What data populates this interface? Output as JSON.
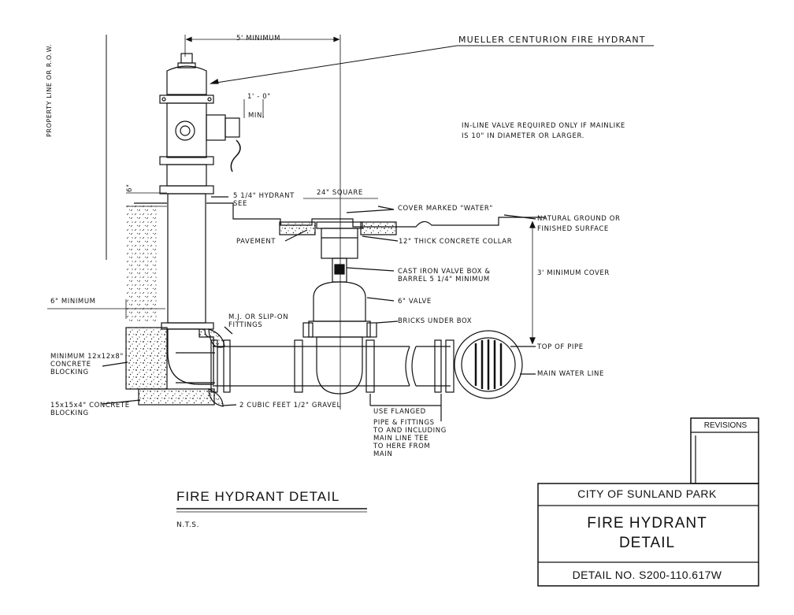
{
  "callouts": {
    "mueller": "MUELLER CENTURION FIRE HYDRANT",
    "five_min": "5' MINIMUM",
    "one_foot": "1' - 0\"",
    "min": "MIN.",
    "note": "IN-LINE VALVE REQUIRED ONLY IF MAINLIKE\nIS 10\" IN DIAMETER OR LARGER.",
    "property_line": "PROPERTY LINE OR R.O.W.",
    "six_inch": "6\"",
    "hydrant_see": "5 1/4\" HYDRANT\nSEE",
    "square": "24\" SQUARE",
    "cover": "COVER MARKED \"WATER\"",
    "natural": "NATURAL GROUND OR\nFINISHED SURFACE",
    "pavement": "PAVEMENT",
    "collar": "12\" THICK CONCRETE COLLAR",
    "valve_box": "CAST IRON VALVE BOX &\nBARREL 5 1/4\" MINIMUM",
    "min_cover": "3' MINIMUM COVER",
    "six_valve": "6\" VALVE",
    "six_min": "6\" MINIMUM",
    "mj": "M.J. OR SLIP-ON\nFITTINGS",
    "bricks": "BRICKS UNDER BOX",
    "top_pipe": "TOP OF PIPE",
    "main_line": "MAIN WATER LINE",
    "blocking12": "MINIMUM 12x12x8\"\nCONCRETE\nBLOCKING",
    "blocking15": "15x15x4\" CONCRETE\nBLOCKING",
    "gravel": "2 CUBIC FEET 1/2\" GRAVEL",
    "flanged": "USE FLANGED",
    "pipe_fittings": "PIPE & FITTINGS\nTO AND INCLUDING\nMAIN LINE TEE\nTO HERE FROM\nMAIN"
  },
  "title": "FIRE HYDRANT DETAIL",
  "scale": "N.T.S.",
  "title_block": {
    "revisions": "REVISIONS",
    "city": "CITY OF SUNLAND PARK",
    "drawing_name": "FIRE HYDRANT\nDETAIL",
    "detail_no": "DETAIL NO. S200-110.617W"
  }
}
